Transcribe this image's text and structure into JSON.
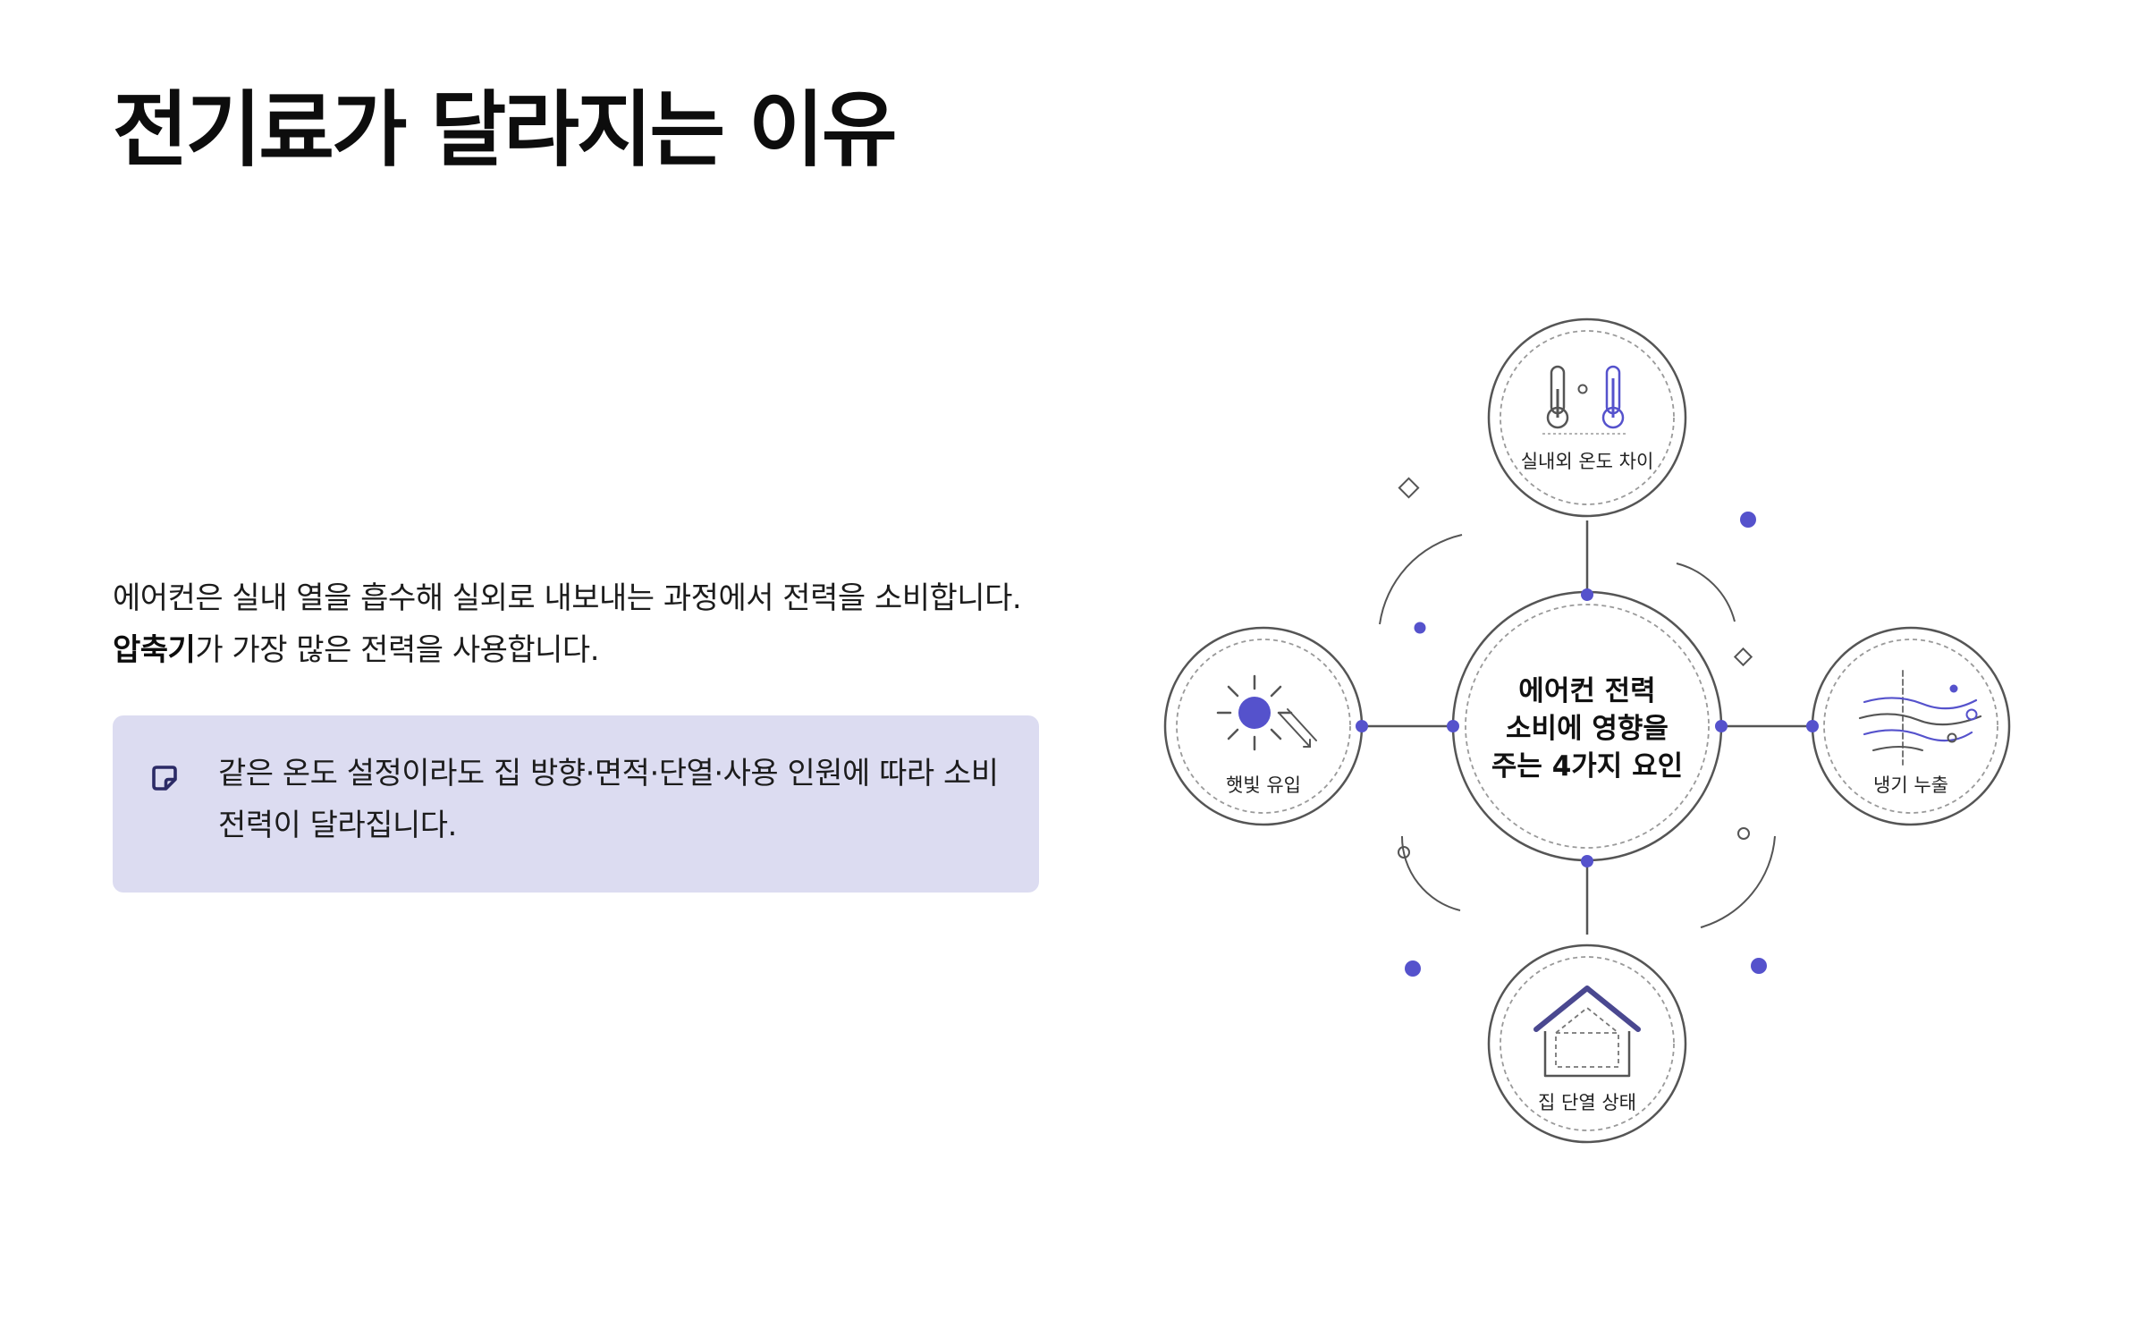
{
  "header": {
    "title": "전기료가 달라지는 이유"
  },
  "intro": {
    "text_before": "에어컨은 실내 열을 흡수해 실외로 내보내는 과정에서 전력을 소비합니다. ",
    "emphasis": "압축기",
    "text_after": "가 가장 많은 전력을 사용합니다."
  },
  "note": {
    "icon": "sticky-note-icon",
    "text": "같은 온도 설정이라도 집 방향·면적·단열·사용 인원에 따라 소비 전력이 달라집니다."
  },
  "diagram": {
    "center": {
      "line1": "에어컨 전력",
      "line2": "소비에 영향을",
      "line3": "주는 4가지 요인"
    },
    "factors": {
      "top": {
        "label": "실내외 온도 차이",
        "icon": "thermometer-icon"
      },
      "left": {
        "label": "햇빛 유입",
        "icon": "sun-icon"
      },
      "right": {
        "label": "냉기 누출",
        "icon": "airflow-icon"
      },
      "bottom": {
        "label": "집 단열 상태",
        "icon": "house-icon"
      }
    },
    "colors": {
      "accent": "#5552cc",
      "line": "#555555",
      "dashed": "#9a9a9a"
    }
  }
}
